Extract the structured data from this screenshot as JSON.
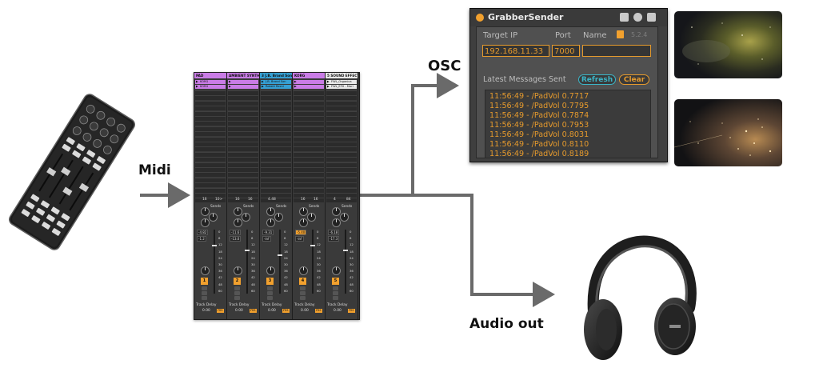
{
  "labels": {
    "midi": "Midi",
    "osc": "OSC",
    "audio_out": "Audio out"
  },
  "colors": {
    "arrow": "#6a6a6a",
    "accent_orange": "#e59a2d",
    "refresh_teal": "#3bb6c8",
    "clip_purple": "#c97ce6",
    "clip_blue": "#36a0d4"
  },
  "mixer": {
    "tracks": [
      {
        "name": "PAD",
        "header_color": "#c97ce6",
        "clips": [
          {
            "label": "KORG",
            "color": "#c97ce6"
          },
          {
            "label": "KORG",
            "color": "#c97ce6"
          }
        ],
        "mix_left": "16",
        "mix_right": "10>",
        "vol_a": "-4.82",
        "vol_b": "-1.2",
        "number": "1"
      },
      {
        "name": "AMBIENT SYNTH",
        "header_color": "#c97ce6",
        "clips": [
          {
            "label": "",
            "color": "#c97ce6"
          },
          {
            "label": "",
            "color": "#c97ce6"
          }
        ],
        "mix_left": "16",
        "mix_right": "16",
        "vol_a": "-11.6",
        "vol_b": "-13.0",
        "number": "2"
      },
      {
        "name": "3 J.B. Brand Song",
        "header_color": "#36a0d4",
        "clips": [
          {
            "label": "J.B. Brand Son",
            "color": "#36a0d4"
          },
          {
            "label": "Robert Rezni",
            "color": "#36a0d4"
          }
        ],
        "mix_left": "4.48",
        "mix_right": "",
        "vol_a": "-9.31",
        "vol_b": "-inf",
        "number": "3"
      },
      {
        "name": "KORG",
        "header_color": "#c97ce6",
        "clips": [
          {
            "label": "",
            "color": "#c97ce6"
          },
          {
            "label": "",
            "color": "#c97ce6"
          }
        ],
        "mix_left": "16",
        "mix_right": "16",
        "vol_a": "-5.40",
        "vol_b": "-inf",
        "number": "4"
      },
      {
        "name": "5 SOUND EFFECT",
        "header_color": "#e8e8e8",
        "clips": [
          {
            "label": "FWL_Organica",
            "color": "#e8e8e8"
          },
          {
            "label": "FWL_EFX - Mari",
            "color": "#e8e8e8"
          }
        ],
        "mix_left": "4",
        "mix_right": "84",
        "vol_a": "-6.18",
        "vol_b": "-17.3",
        "number": "5"
      }
    ],
    "sends_label": "Sends",
    "scale_ticks": [
      "0",
      "6",
      "12",
      "18",
      "24",
      "30",
      "36",
      "42",
      "48",
      "60"
    ],
    "track_delay_label": "Track Delay",
    "track_delay_value": "0.00",
    "track_delay_unit": "ms"
  },
  "grabber": {
    "title": "GrabberSender",
    "target_ip_label": "Target IP",
    "port_label": "Port",
    "name_label": "Name",
    "version": "5.2.4",
    "target_ip": "192.168.11.33",
    "port": "7000",
    "name_value": "",
    "latest_label": "Latest Messages Sent",
    "refresh_label": "Refresh",
    "clear_label": "Clear",
    "messages": [
      "11:56:49 - /PadVol 0.7717",
      "11:56:49 - /PadVol 0.7795",
      "11:56:49 - /PadVol 0.7874",
      "11:56:49 - /PadVol 0.7953",
      "11:56:49 - /PadVol 0.8031",
      "11:56:49 - /PadVol 0.8110",
      "11:56:49 - /PadVol 0.8189"
    ]
  },
  "images": {
    "controller": "midi-controller-image",
    "headphones": "headphones-image",
    "visual_a": "space-nebula-image",
    "visual_b": "particles-image"
  }
}
